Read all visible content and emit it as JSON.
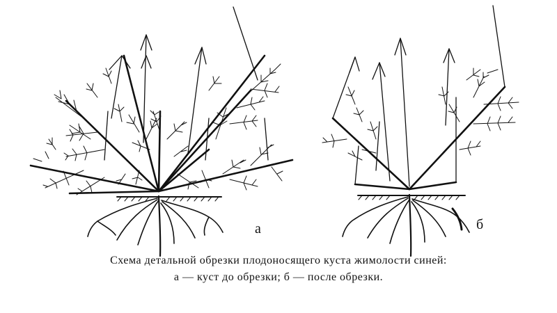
{
  "panels": [
    {
      "label": "а"
    },
    {
      "label": "б"
    }
  ],
  "caption": {
    "title": "Схема детальной обрезки плодоносящего куста жимолости синей:",
    "legend": "а — куст до обрезки; б — после обрезки."
  },
  "colors": {
    "ink": "#111111",
    "paper": "#ffffff"
  }
}
